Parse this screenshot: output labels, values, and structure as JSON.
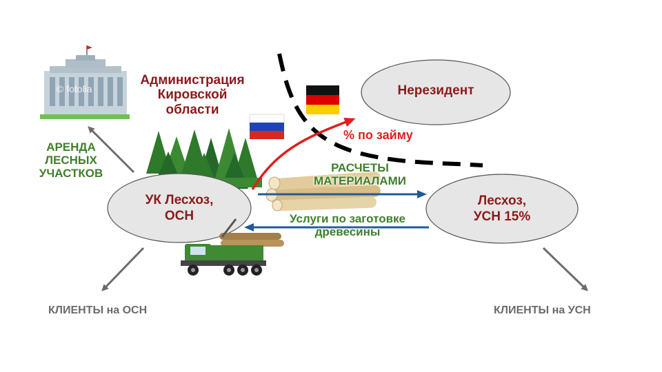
{
  "nodes": {
    "uk_leskhoz": {
      "line1": "УК Лесхоз,",
      "line2": "ОСН"
    },
    "leskhoz_usn": {
      "line1": "Лесхоз,",
      "line2": "УСН 15%"
    },
    "nonresident": {
      "label": "Нерезидент"
    }
  },
  "administration": {
    "line1": "Администрация",
    "line2": "Кировской",
    "line3": "области"
  },
  "building": {
    "watermark": "© fotolia"
  },
  "edges": {
    "lease": {
      "line1": "АРЕНДА",
      "line2": "ЛЕСНЫХ",
      "line3": "УЧАСТКОВ"
    },
    "loan_interest": {
      "label": "% по займу"
    },
    "materials": {
      "line1": "РАСЧЕТЫ",
      "line2": "МАТЕРИАЛАМИ"
    },
    "services": {
      "line1": "Услуги по заготовке",
      "line2": "древесины"
    }
  },
  "clients": {
    "osn": "КЛИЕНТЫ на ОСН",
    "usn": "КЛИЕНТЫ на УСН"
  },
  "colors": {
    "dark_red": "#8b1a1a",
    "red_arrow": "#e01e1e",
    "green": "#3f7f2a",
    "blue_arrow": "#1f5a9a",
    "gray": "#6b6b6b",
    "ellipse_fill": "#e6e6e6"
  },
  "icons": [
    "building-icon",
    "russia-flag-icon",
    "germany-flag-icon",
    "trees-icon",
    "logs-icon",
    "timber-truck-icon"
  ]
}
